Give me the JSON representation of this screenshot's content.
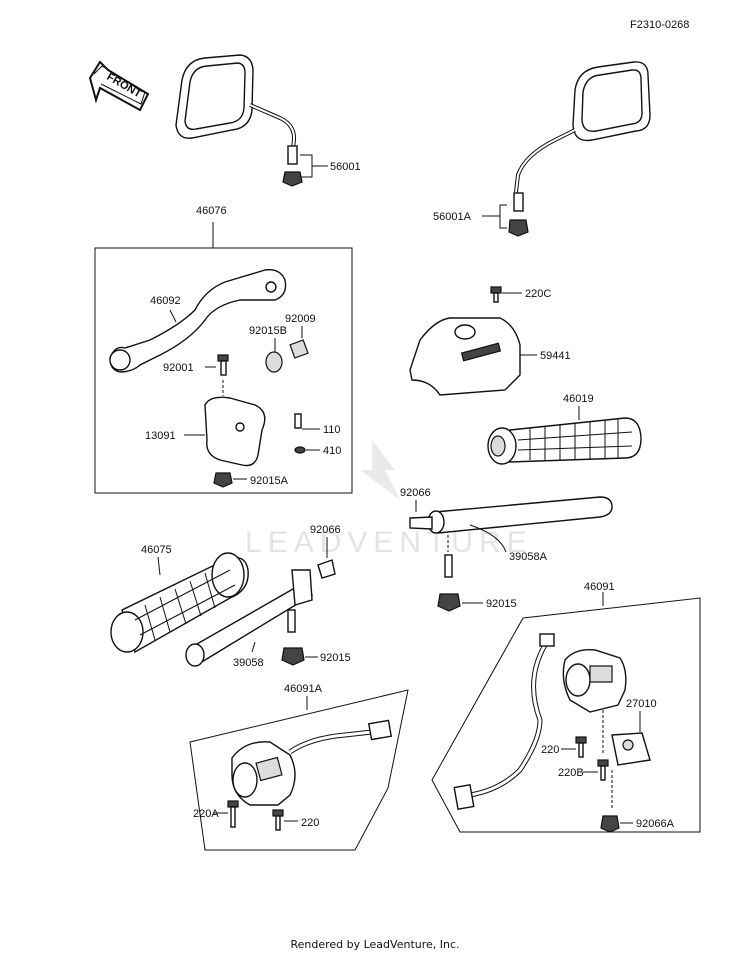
{
  "diagram_code": "F2310-0268",
  "front_label": "FRONT",
  "watermark": "LEADVENTURE",
  "footer": "Rendered by LeadVenture, Inc.",
  "parts": {
    "p56001": "56001",
    "p56001A": "56001A",
    "p46076": "46076",
    "p46092": "46092",
    "p92015B": "92015B",
    "p92009": "92009",
    "p92001": "92001",
    "p13091": "13091",
    "p110": "110",
    "p410": "410",
    "p92015A": "92015A",
    "p220C": "220C",
    "p59441": "59441",
    "p46019": "46019",
    "p92066_r": "92066",
    "p39058A": "39058A",
    "p92015_r": "92015",
    "p92066_l": "92066",
    "p46075": "46075",
    "p39058": "39058",
    "p92015_l": "92015",
    "p46091": "46091",
    "p27010": "27010",
    "p220_r": "220",
    "p220B": "220B",
    "p92066A": "92066A",
    "p46091A": "46091A",
    "p220A": "220A",
    "p220_l": "220"
  }
}
